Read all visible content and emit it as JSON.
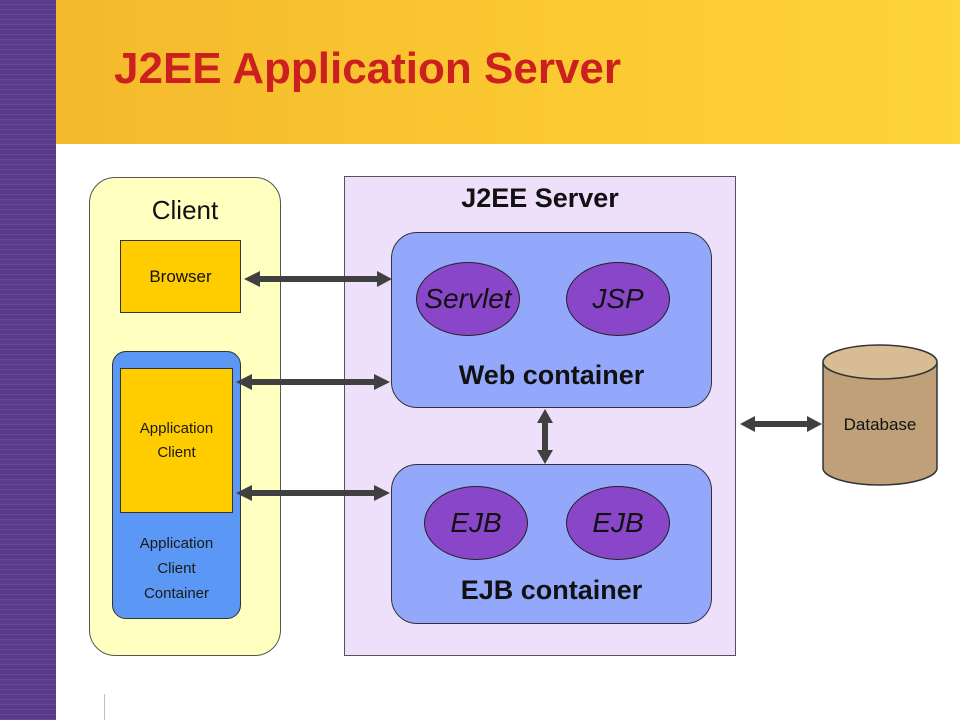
{
  "title": "J2EE Application Server",
  "client": {
    "title": "Client",
    "browser": "Browser",
    "app_client": "Application\nClient",
    "app_client_container": "Application\nClient\nContainer"
  },
  "server": {
    "title": "J2EE Server",
    "web_container": {
      "label": "Web container",
      "components": [
        "Servlet",
        "JSP"
      ]
    },
    "ejb_container": {
      "label": "EJB container",
      "components": [
        "EJB",
        "EJB"
      ]
    }
  },
  "database": {
    "label": "Database"
  },
  "colors": {
    "title_red": "#cc1f1f",
    "header_yellow": "#fbc932",
    "sidebar_purple": "#5a3a8a",
    "client_panel": "#ffffc0",
    "server_panel": "#eee0fb",
    "container_blue": "#93a8fb",
    "component_purple": "#8a46c8",
    "app_container_blue": "#5b97f4",
    "box_yellow": "#ffcc00",
    "database_tan": "#c0a078",
    "arrow": "#404040"
  }
}
